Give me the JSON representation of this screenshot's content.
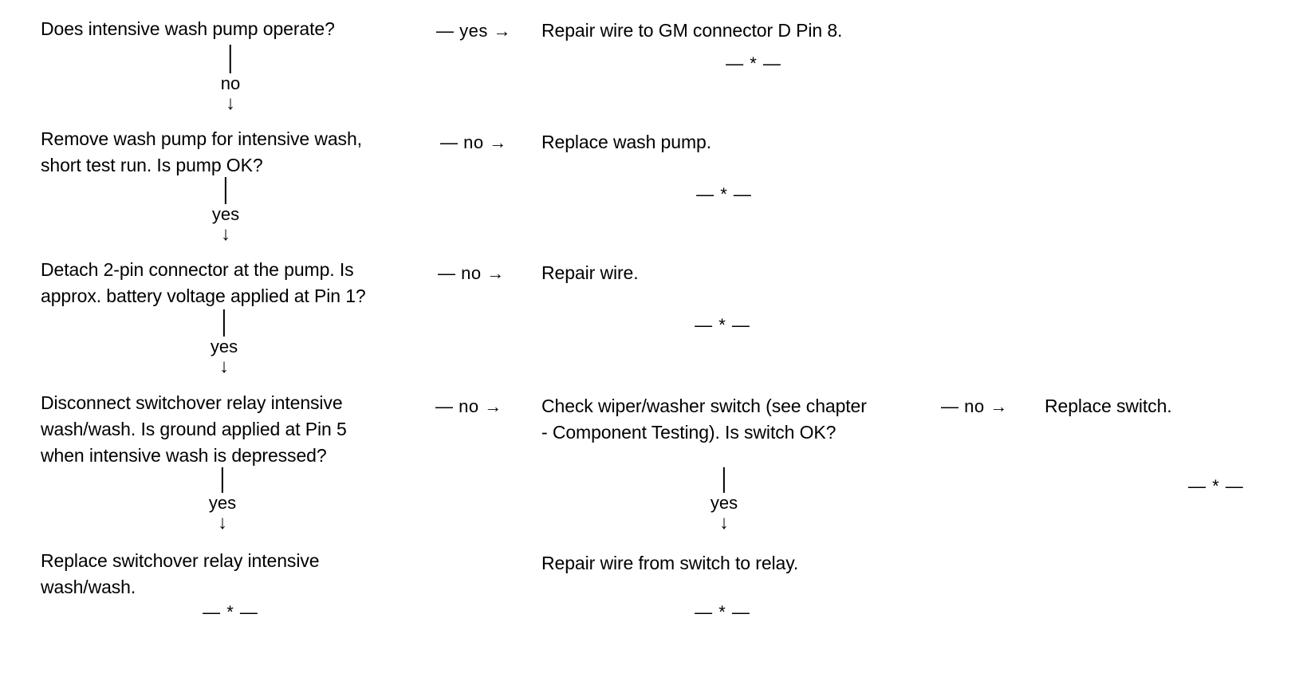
{
  "diagram": {
    "type": "troubleshooting-flowchart",
    "title": "Intensive wash pump diagnostic flowchart",
    "terminator_symbol": "— * —",
    "down_arrow_glyph": "↓",
    "nodes": [
      {
        "id": "q1",
        "column": 1,
        "text": "Does intensive wash pump operate?"
      },
      {
        "id": "a1",
        "column": 2,
        "text": "Repair wire to GM connector D Pin 8."
      },
      {
        "id": "q2",
        "column": 1,
        "text": "Remove wash pump for intensive wash,\nshort test run. Is pump OK?"
      },
      {
        "id": "a2",
        "column": 2,
        "text": "Replace wash pump."
      },
      {
        "id": "q3",
        "column": 1,
        "text": "Detach 2-pin connector at the pump. Is\napprox. battery voltage applied at Pin 1?"
      },
      {
        "id": "a3",
        "column": 2,
        "text": "Repair wire."
      },
      {
        "id": "q4",
        "column": 1,
        "text": "Disconnect switchover relay intensive\nwash/wash. Is ground applied at Pin 5\nwhen intensive wash is depressed?"
      },
      {
        "id": "q5",
        "column": 2,
        "text": "Check wiper/washer switch (see chapter\n- Component Testing). Is switch OK?"
      },
      {
        "id": "a5",
        "column": 3,
        "text": "Replace switch."
      },
      {
        "id": "a4",
        "column": 1,
        "text": "Replace switchover relay intensive\nwash/wash."
      },
      {
        "id": "a6",
        "column": 2,
        "text": "Repair wire from switch to relay."
      }
    ],
    "horizontal_connectors": [
      {
        "id": "h1",
        "label": "— yes →",
        "from": "q1",
        "to": "a1"
      },
      {
        "id": "h2",
        "label": "— no →",
        "from": "q2",
        "to": "a2"
      },
      {
        "id": "h3",
        "label": "— no →",
        "from": "q3",
        "to": "a3"
      },
      {
        "id": "h4",
        "label": "— no →",
        "from": "q4",
        "to": "q5"
      },
      {
        "id": "h5",
        "label": "— no →",
        "from": "q5",
        "to": "a5"
      }
    ],
    "vertical_connectors": [
      {
        "id": "v1",
        "label": "no",
        "from": "q1",
        "to": "q2"
      },
      {
        "id": "v2",
        "label": "yes",
        "from": "q2",
        "to": "q3"
      },
      {
        "id": "v3",
        "label": "yes",
        "from": "q3",
        "to": "q4"
      },
      {
        "id": "v4",
        "label": "yes",
        "from": "q4",
        "to": "a4"
      },
      {
        "id": "v5",
        "label": "yes",
        "from": "q5",
        "to": "a6"
      }
    ],
    "terminators": [
      {
        "id": "t1",
        "after": "a1",
        "text": "— * —"
      },
      {
        "id": "t2",
        "after": "a2",
        "text": "— * —"
      },
      {
        "id": "t3",
        "after": "a3",
        "text": "— * —"
      },
      {
        "id": "t4",
        "after": "a5",
        "text": "— * —"
      },
      {
        "id": "t5",
        "after": "a4",
        "text": "— * —"
      },
      {
        "id": "t6",
        "after": "a6",
        "text": "— * —"
      }
    ]
  }
}
